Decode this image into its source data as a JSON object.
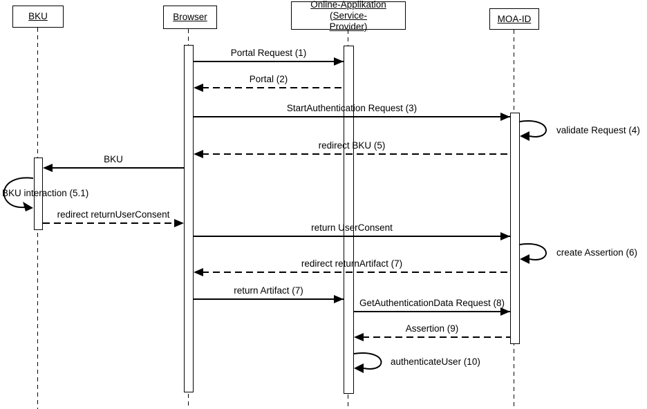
{
  "diagram": {
    "type": "uml-sequence-diagram",
    "colors": {
      "line": "#000000",
      "background": "#ffffff",
      "text": "#000000"
    },
    "participants": [
      {
        "label": "BKU",
        "lines": [
          "BKU"
        ]
      },
      {
        "label": "Browser",
        "lines": [
          "Browser"
        ]
      },
      {
        "label": "Online-Applikation (Service-Provider)",
        "lines": [
          "Online-Applikation (Service-",
          "Provider)"
        ]
      },
      {
        "label": "MOA-ID",
        "lines": [
          "MOA-ID"
        ]
      }
    ],
    "messages": [
      {
        "label": "Portal Request (1)",
        "from": "Browser",
        "to": "Online-Applikation (Service-Provider)",
        "style": "solid"
      },
      {
        "label": "Portal (2)",
        "from": "Online-Applikation (Service-Provider)",
        "to": "Browser",
        "style": "dashed"
      },
      {
        "label": "StartAuthentication Request (3)",
        "from": "Browser",
        "to": "MOA-ID",
        "style": "solid"
      },
      {
        "label": "validate Request (4)",
        "from": "MOA-ID",
        "to": "MOA-ID",
        "style": "self"
      },
      {
        "label": "redirect BKU (5)",
        "from": "MOA-ID",
        "to": "Browser",
        "style": "dashed"
      },
      {
        "label": "BKU",
        "from": "Browser",
        "to": "BKU",
        "style": "solid"
      },
      {
        "label": "BKU interaction (5.1)",
        "from": "BKU",
        "to": "BKU",
        "style": "self"
      },
      {
        "label": "redirect returnUserConsent",
        "from": "BKU",
        "to": "Browser",
        "style": "dashed"
      },
      {
        "label": "return UserConsent",
        "from": "Browser",
        "to": "MOA-ID",
        "style": "solid"
      },
      {
        "label": "create Assertion (6)",
        "from": "MOA-ID",
        "to": "MOA-ID",
        "style": "self"
      },
      {
        "label": "redirect returnArtifact (7)",
        "from": "MOA-ID",
        "to": "Browser",
        "style": "dashed"
      },
      {
        "label": "return Artifact (7)",
        "from": "Browser",
        "to": "Online-Applikation (Service-Provider)",
        "style": "solid"
      },
      {
        "label": "GetAuthenticationData Request (8)",
        "from": "Online-Applikation (Service-Provider)",
        "to": "MOA-ID",
        "style": "solid"
      },
      {
        "label": "Assertion (9)",
        "from": "MOA-ID",
        "to": "Online-Applikation (Service-Provider)",
        "style": "dashed"
      },
      {
        "label": "authenticateUser (10)",
        "from": "Online-Applikation (Service-Provider)",
        "to": "Online-Applikation (Service-Provider)",
        "style": "self"
      }
    ]
  }
}
